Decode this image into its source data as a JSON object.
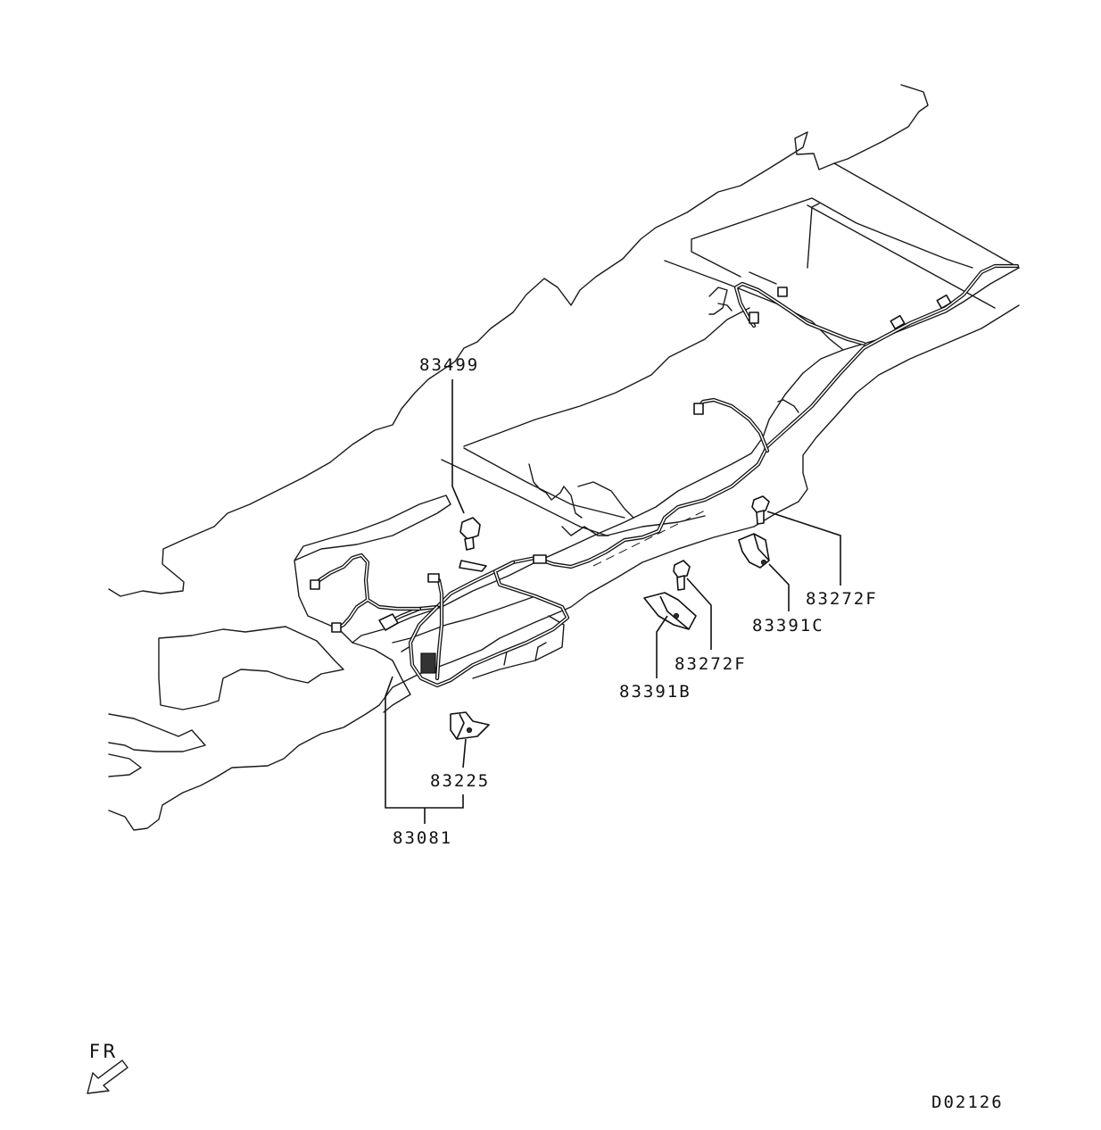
{
  "callouts": {
    "p83499": "83499",
    "p83272f_upper": "83272F",
    "p83391c": "83391C",
    "p83272f_lower": "83272F",
    "p83391b": "83391B",
    "p83225": "83225",
    "p83081": "83081"
  },
  "direction": {
    "label": "FR",
    "icon": "front-direction-arrow-icon"
  },
  "diagram_code": "D02126"
}
